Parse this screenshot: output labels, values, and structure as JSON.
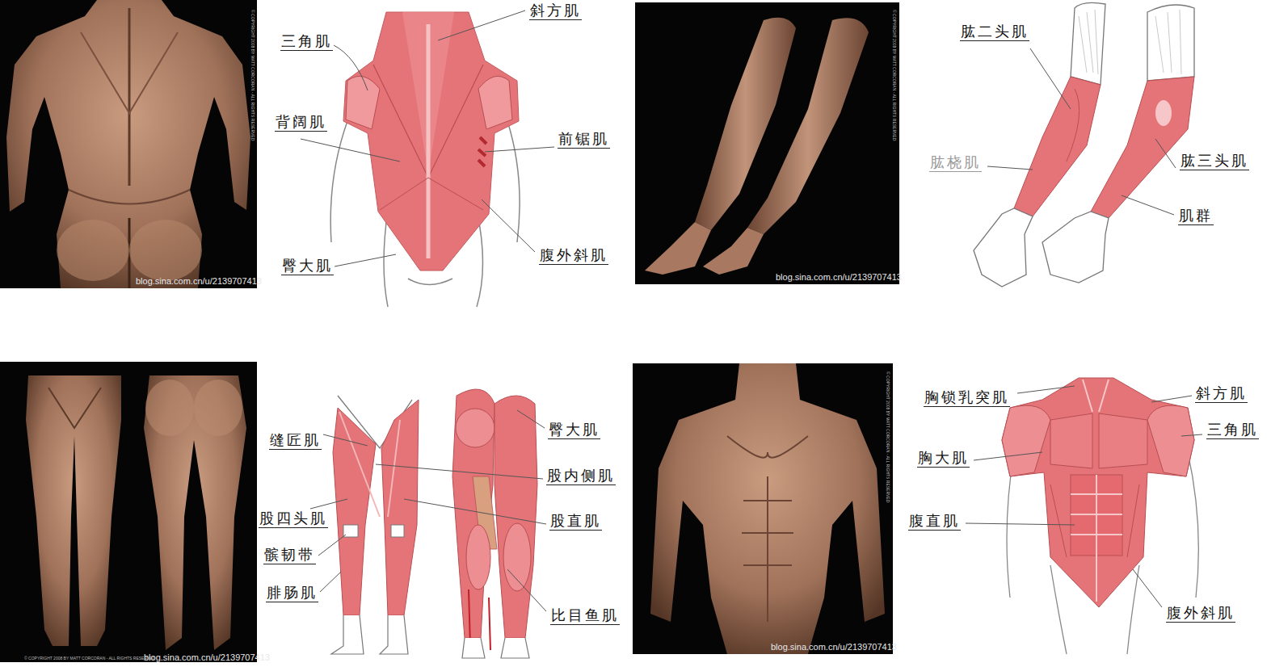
{
  "diagram": {
    "labels": [
      "斜方肌",
      "三角肌",
      "背阔肌",
      "前锯肌",
      "臀大肌",
      "腹外斜肌",
      "肱二头肌",
      "肱桡肌",
      "肱三头肌",
      "肌群",
      "缝匠肌",
      "臀大肌",
      "股内侧肌",
      "股四头肌",
      "股直肌",
      "髌韧带",
      "腓肠肌",
      "比目鱼肌",
      "胸锁乳突肌",
      "斜方肌",
      "三角肌",
      "胸大肌",
      "腹直肌",
      "腹外斜肌",
      "blog.sina.com.cn/u/2139707413",
      "blog.sina.com.cn/u/2139707413",
      "blog.sina.com.cn/u/2139707413",
      "blog.sina.com.cn/u/2139707413",
      "© COPYRIGHT 2008 BY MATT CORCORAN - ALL RIGHTS RESERVED",
      "© COPYRIGHT 2008 BY MATT CORCORAN - ALL RIGHTS RESERVED",
      "© COPYRIGHT 2008 BY MATT CORCORAN - ALL RIGHTS RESERVED",
      "© COPYRIGHT 2008 BY MATT CORCORAN - ALL RIGHTS RESERVED"
    ]
  }
}
